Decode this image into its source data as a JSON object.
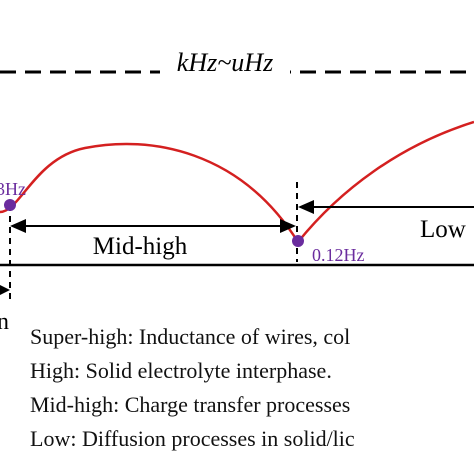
{
  "diagram": {
    "band_label": "kHz~uHz",
    "point_left_label": "3Hz",
    "point_mid_label": "0.12Hz",
    "region_mid_high": "Mid-high",
    "region_low": "Low",
    "cut_label": "n"
  },
  "legend": [
    "Super-high: Inductance of wires, col",
    "High: Solid electrolyte interphase.",
    "Mid-high: Charge transfer processes",
    "Low: Diffusion processes in solid/lic"
  ],
  "colors": {
    "curve": "#d42020",
    "point": "#6a2c9e",
    "point_label": "#6a2c9e",
    "lines": "#000000"
  }
}
